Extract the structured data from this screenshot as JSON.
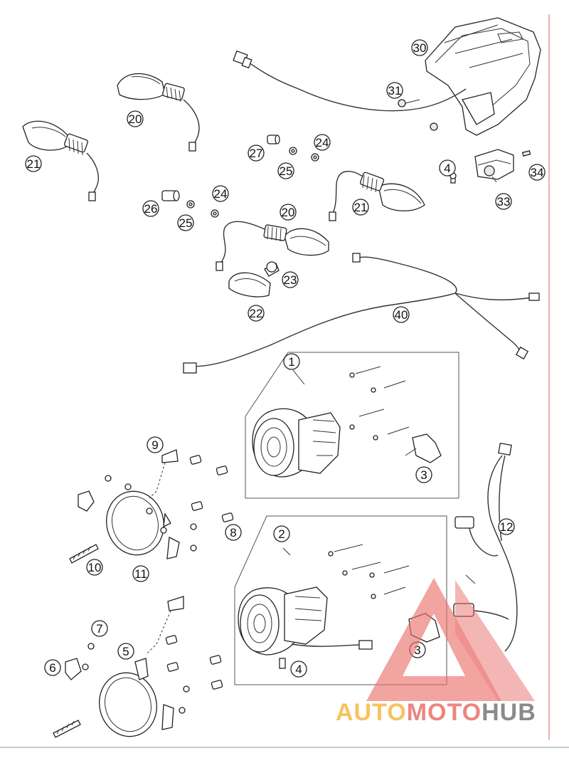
{
  "callouts": {
    "c1": "1",
    "c2": "2",
    "c3a": "3",
    "c3b": "3",
    "c4a": "4",
    "c4b": "4",
    "c5": "5",
    "c6": "6",
    "c7": "7",
    "c8": "8",
    "c9": "9",
    "c10": "10",
    "c11": "11",
    "c12": "12",
    "c20a": "20",
    "c20b": "20",
    "c21a": "21",
    "c21b": "21",
    "c22": "22",
    "c23": "23",
    "c24a": "24",
    "c24b": "24",
    "c25a": "25",
    "c25b": "25",
    "c26": "26",
    "c27": "27",
    "c30": "30",
    "c31": "31",
    "c33": "33",
    "c34": "34",
    "c40": "40"
  },
  "watermark": {
    "part1": "AUTO",
    "part2": "MOTO",
    "part3": "HUB",
    "color_orange": "#f5b942",
    "color_red": "#e9706b",
    "color_gray": "#777777"
  }
}
